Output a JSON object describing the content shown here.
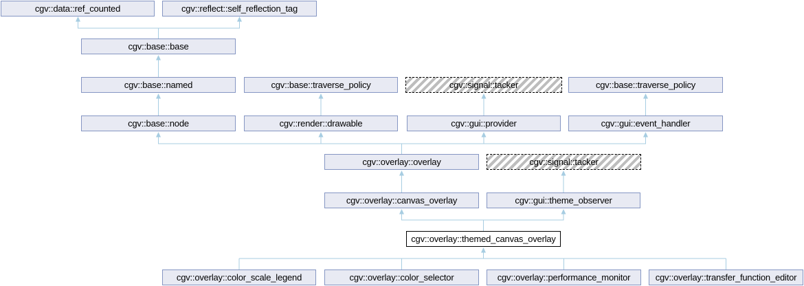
{
  "diagram_type": "class-inheritance-graph",
  "nodes": {
    "ref_counted": {
      "label": "cgv::data::ref_counted",
      "style": "solid"
    },
    "self_reflection_tag": {
      "label": "cgv::reflect::self_reflection_tag",
      "style": "solid"
    },
    "base": {
      "label": "cgv::base::base",
      "style": "solid"
    },
    "named": {
      "label": "cgv::base::named",
      "style": "solid"
    },
    "traverse_policy_left": {
      "label": "cgv::base::traverse_policy",
      "style": "solid"
    },
    "tacker_top": {
      "label": "cgv::signal::tacker",
      "style": "hatched"
    },
    "traverse_policy_right": {
      "label": "cgv::base::traverse_policy",
      "style": "solid"
    },
    "node": {
      "label": "cgv::base::node",
      "style": "solid"
    },
    "drawable": {
      "label": "cgv::render::drawable",
      "style": "solid"
    },
    "provider": {
      "label": "cgv::gui::provider",
      "style": "solid"
    },
    "event_handler": {
      "label": "cgv::gui::event_handler",
      "style": "solid"
    },
    "overlay": {
      "label": "cgv::overlay::overlay",
      "style": "solid"
    },
    "tacker_mid": {
      "label": "cgv::signal::tacker",
      "style": "hatched"
    },
    "canvas_overlay": {
      "label": "cgv::overlay::canvas_overlay",
      "style": "solid"
    },
    "theme_observer": {
      "label": "cgv::gui::theme_observer",
      "style": "solid"
    },
    "themed_canvas_overlay": {
      "label": "cgv::overlay::themed_canvas_overlay",
      "style": "highlighted-main"
    },
    "color_scale_legend": {
      "label": "cgv::overlay::color_scale_legend",
      "style": "solid"
    },
    "color_selector": {
      "label": "cgv::overlay::color_selector",
      "style": "solid"
    },
    "performance_monitor": {
      "label": "cgv::overlay::performance_monitor",
      "style": "solid"
    },
    "transfer_function_editor": {
      "label": "cgv::overlay::transfer_function_editor",
      "style": "solid"
    }
  },
  "edges": [
    {
      "from": "base",
      "to": "ref_counted"
    },
    {
      "from": "base",
      "to": "self_reflection_tag"
    },
    {
      "from": "named",
      "to": "base"
    },
    {
      "from": "node",
      "to": "named"
    },
    {
      "from": "drawable",
      "to": "traverse_policy_left"
    },
    {
      "from": "provider",
      "to": "tacker_top"
    },
    {
      "from": "event_handler",
      "to": "traverse_policy_right"
    },
    {
      "from": "overlay",
      "to": "node"
    },
    {
      "from": "overlay",
      "to": "drawable"
    },
    {
      "from": "overlay",
      "to": "provider"
    },
    {
      "from": "overlay",
      "to": "event_handler"
    },
    {
      "from": "canvas_overlay",
      "to": "overlay"
    },
    {
      "from": "theme_observer",
      "to": "tacker_mid"
    },
    {
      "from": "themed_canvas_overlay",
      "to": "canvas_overlay"
    },
    {
      "from": "themed_canvas_overlay",
      "to": "theme_observer"
    },
    {
      "from": "color_scale_legend",
      "to": "themed_canvas_overlay"
    },
    {
      "from": "color_selector",
      "to": "themed_canvas_overlay"
    },
    {
      "from": "performance_monitor",
      "to": "themed_canvas_overlay"
    },
    {
      "from": "transfer_function_editor",
      "to": "themed_canvas_overlay"
    }
  ],
  "colors": {
    "node_fill": "#e8eaf3",
    "node_border": "#8596c3",
    "edge": "#a7cde2",
    "hatch_stripe": "#bdbdbd",
    "highlight_border": "#000000",
    "background": "#ffffff"
  }
}
